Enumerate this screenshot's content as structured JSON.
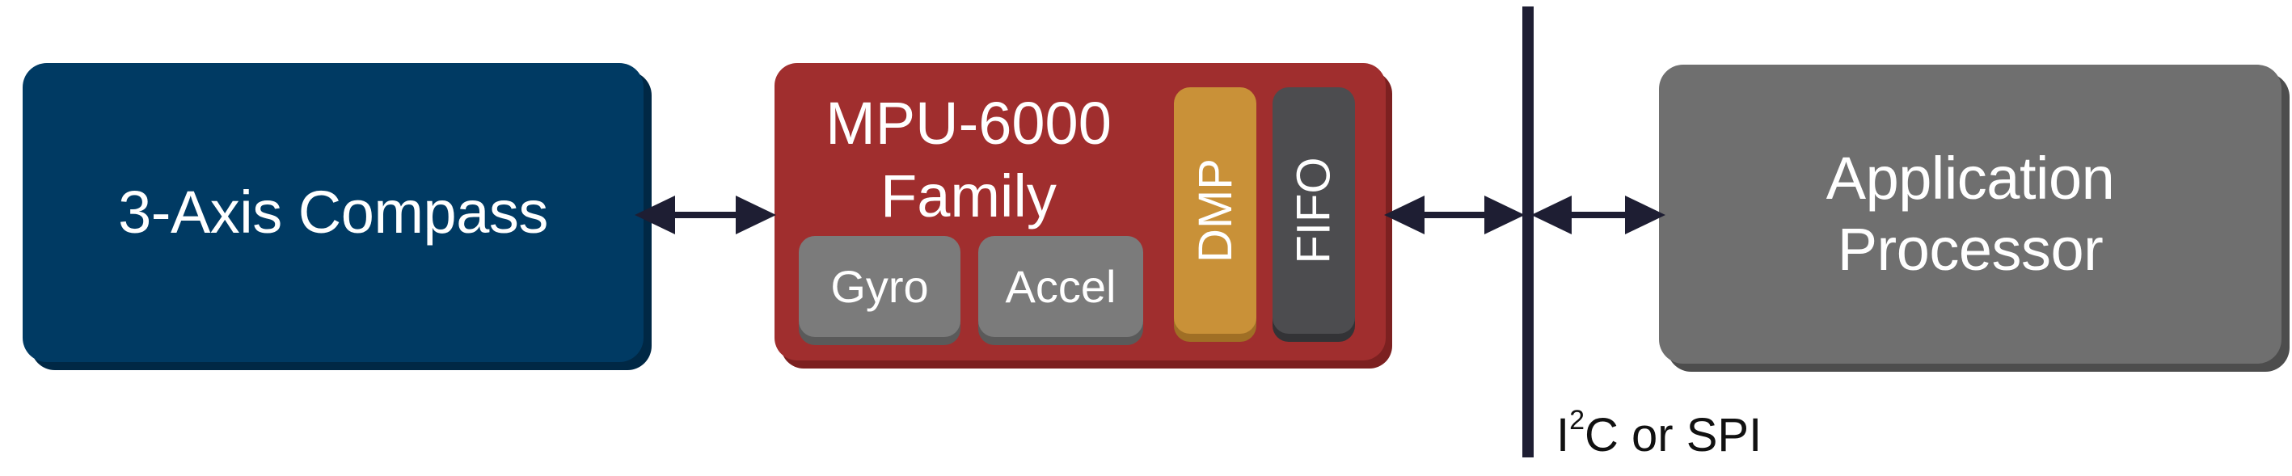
{
  "blocks": {
    "compass": {
      "label": "3-Axis Compass"
    },
    "mpu": {
      "title_line1": "MPU-6000",
      "title_line2": "Family",
      "gyro": "Gyro",
      "accel": "Accel",
      "dmp": "DMP",
      "fifo": "FIFO"
    },
    "processor": {
      "label_line1": "Application",
      "label_line2": "Processor"
    }
  },
  "bus": {
    "label_prefix": "I",
    "label_sup": "2",
    "label_suffix": "C or SPI"
  },
  "colors": {
    "compass": "#003a63",
    "mpu": "#a02e2e",
    "chips": "#7b7b7b",
    "dmp": "#c99138",
    "fifo": "#4c4c4f",
    "processor": "#6f6f6f",
    "bus": "#1e1e33"
  }
}
